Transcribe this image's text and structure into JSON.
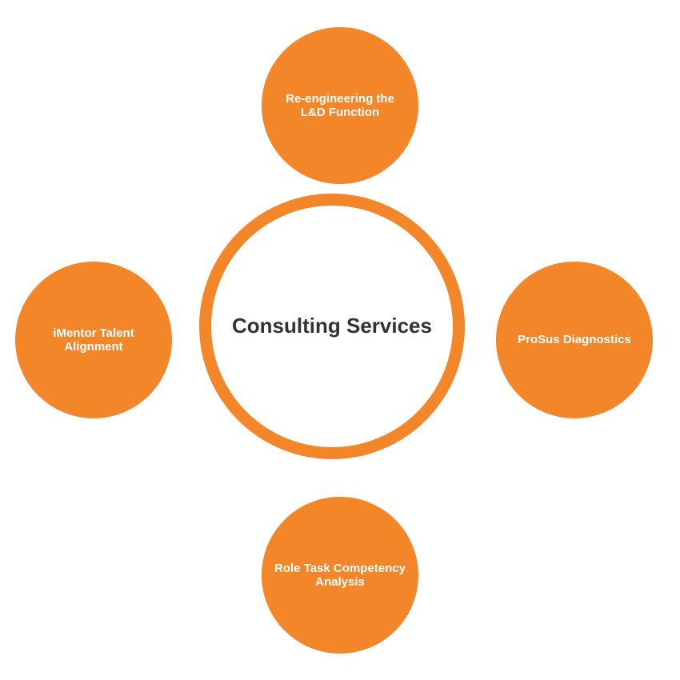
{
  "diagram": {
    "center": {
      "label": "Consulting Services"
    },
    "nodes": [
      {
        "id": "top",
        "label": "Re-engineering the L&D Function"
      },
      {
        "id": "left",
        "label": "iMentor Talent Alignment"
      },
      {
        "id": "right",
        "label": "ProSus Diagnostics"
      },
      {
        "id": "bottom",
        "label": "Role Task Competency Analysis"
      }
    ],
    "colors": {
      "accent": "#f4862a",
      "center_text": "#333333",
      "node_text": "#ffffff",
      "background": "#ffffff"
    }
  }
}
